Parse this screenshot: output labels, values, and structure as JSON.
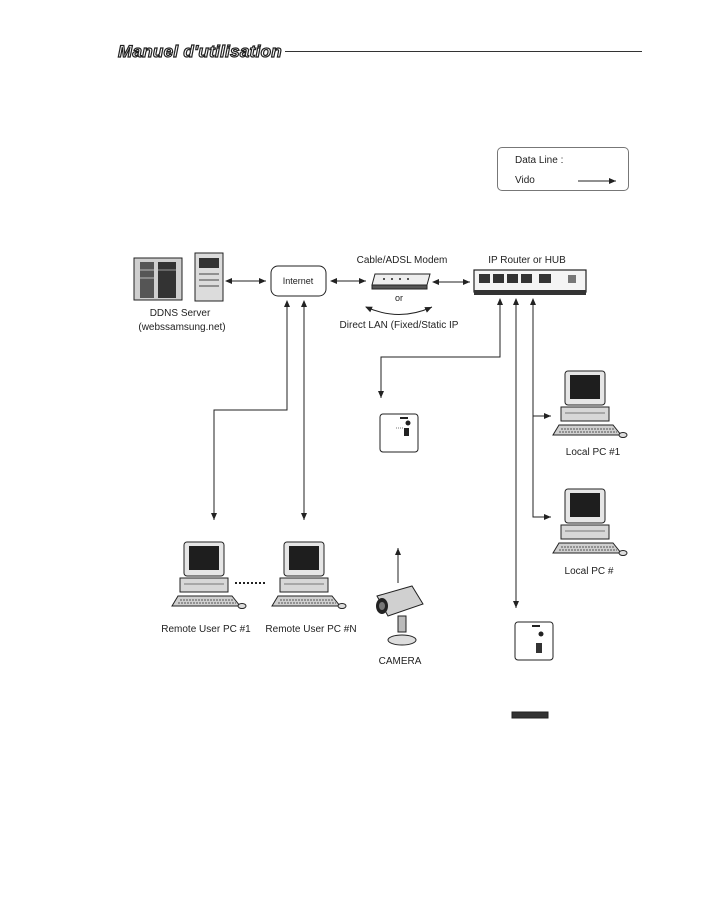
{
  "header": {
    "title": "Manuel d'utilisation"
  },
  "legend": {
    "data_line_label": "Data Line :",
    "video_label": "Vido"
  },
  "nodes": {
    "ddns_server": {
      "label_line1": "DDNS Server",
      "label_line2": "(webssamsung.net)"
    },
    "internet": {
      "label": "Internet"
    },
    "modem": {
      "label": "Cable/ADSL Modem",
      "or_label": "or",
      "direct_lan_label": "Direct LAN (Fixed/Static IP"
    },
    "router": {
      "label": "IP Router or HUB"
    },
    "local_pc_1": {
      "label": "Local PC #1"
    },
    "local_pc_n": {
      "label": "Local PC #"
    },
    "remote_pc_1": {
      "label": "Remote User PC #1"
    },
    "remote_pc_n": {
      "label": "Remote User PC #N"
    },
    "camera": {
      "label": "CAMERA"
    }
  },
  "colors": {
    "line": "#222222",
    "device_dark": "#3a3a3a",
    "device_mid": "#8a8a8a",
    "device_light": "#d9d9d9"
  }
}
